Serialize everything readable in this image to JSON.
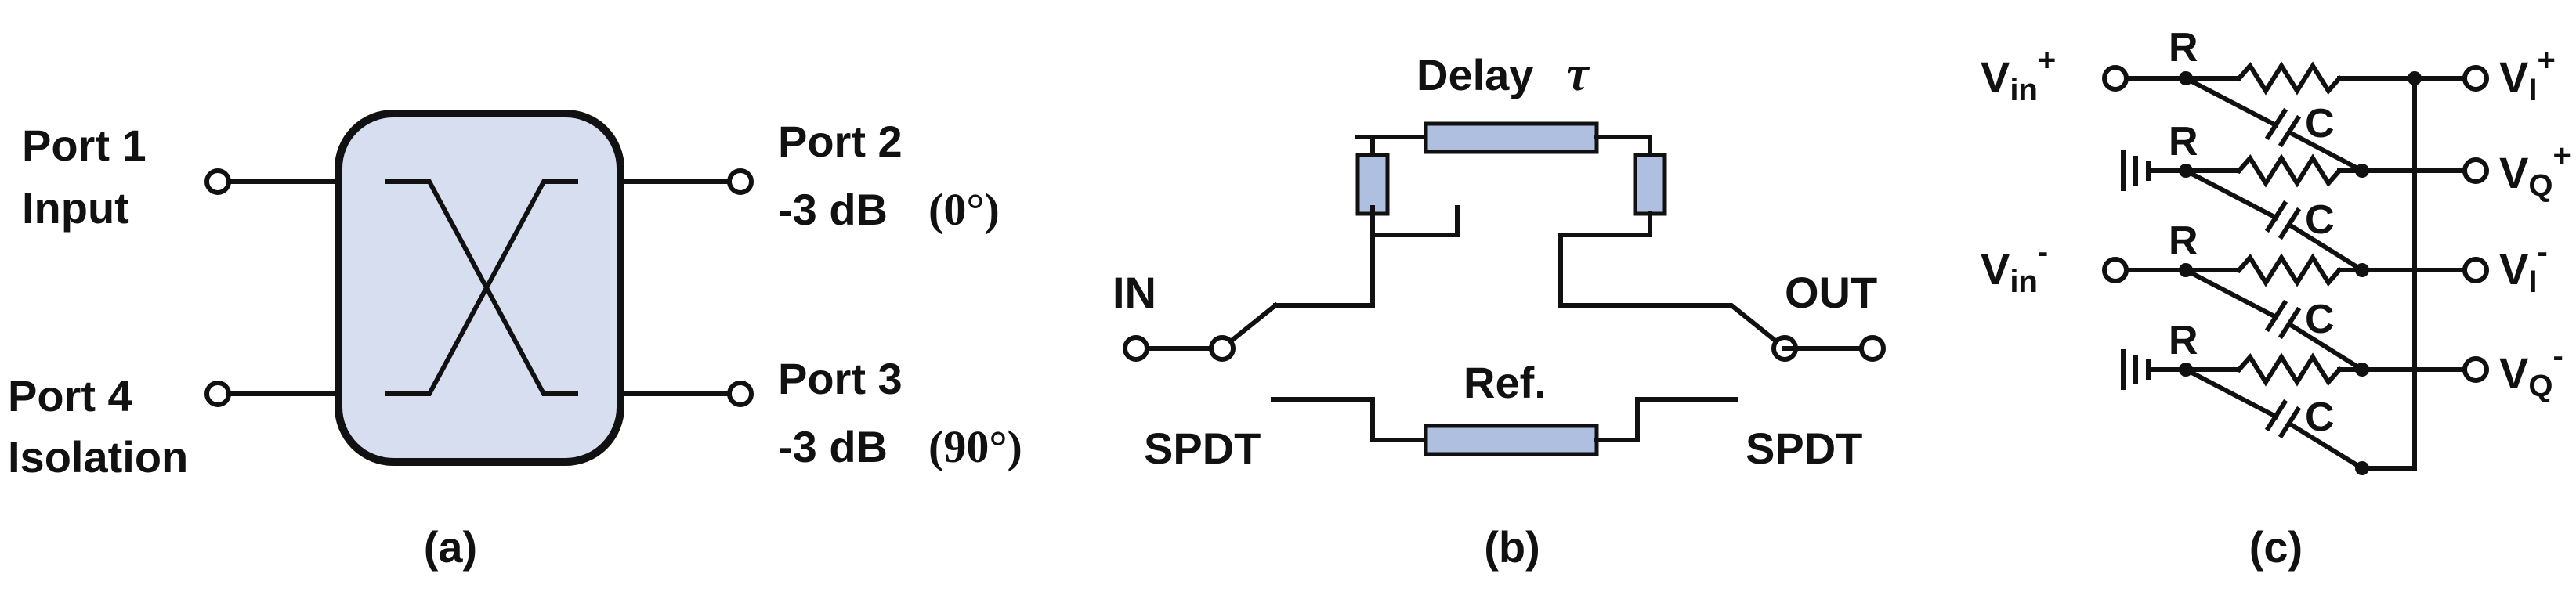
{
  "panel_a": {
    "port1": "Port 1",
    "input": "Input",
    "port4": "Port 4",
    "isolation": "Isolation",
    "port2": "Port 2",
    "port2_level": "-3 dB",
    "port2_phase": "(0°)",
    "port3": "Port 3",
    "port3_level": "-3 dB",
    "port3_phase": "(90°)",
    "caption": "(a)"
  },
  "panel_b": {
    "delay": "Delay",
    "tau": "τ",
    "in": "IN",
    "out": "OUT",
    "spdt_left": "SPDT",
    "spdt_right": "SPDT",
    "ref": "Ref.",
    "caption": "(b)"
  },
  "panel_c": {
    "vin": "V",
    "vin_sub": "in",
    "plus": "+",
    "minus": "-",
    "v": "V",
    "i_sub": "I",
    "q_sub": "Q",
    "r": "R",
    "c": "C",
    "caption": "(c)"
  },
  "colors": {
    "box_fill": "#d6def0",
    "line_fill": "#aebfe0",
    "stroke": "#111111"
  }
}
